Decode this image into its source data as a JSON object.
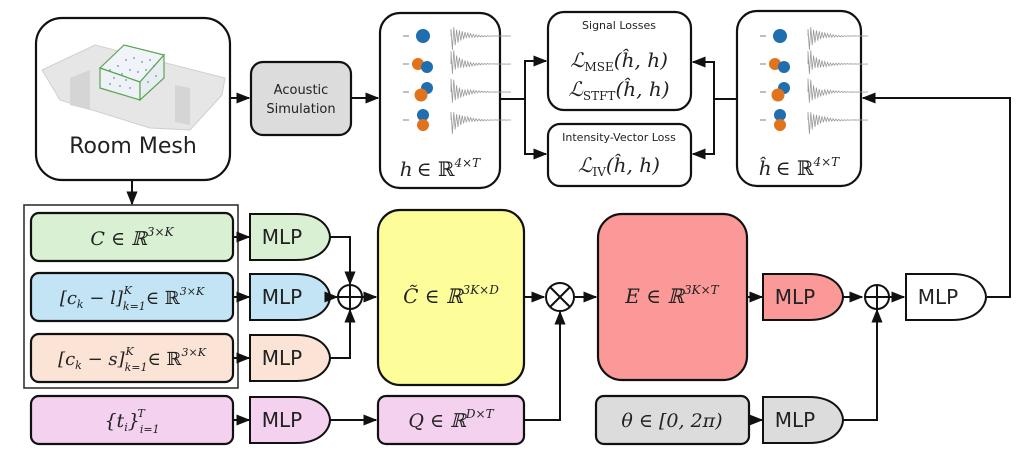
{
  "diagram": {
    "room_mesh": {
      "label": "Room Mesh"
    },
    "acoustic_simulation": {
      "line1": "Acoustic",
      "line2": "Simulation"
    },
    "rir_gt": {
      "label_var": "h",
      "label_set": "∈ ℝ",
      "label_sup": "4×T",
      "channels": 4
    },
    "rir_pred": {
      "label_var": "ĥ",
      "label_set": "∈ ℝ",
      "label_sup": "4×T",
      "channels": 4
    },
    "signal_losses": {
      "title": "Signal Losses",
      "mse": {
        "L": "ℒ",
        "sub": "MSE",
        "args": "(ĥ, h)"
      },
      "stft": {
        "L": "ℒ",
        "sub": "STFT",
        "args": "(ĥ, h)"
      }
    },
    "iv_loss": {
      "title": "Intensity-Vector Loss",
      "iv": {
        "L": "ℒ",
        "sub": "IV",
        "args": "(ĥ, h)"
      }
    },
    "inputs": {
      "C": {
        "text": "C ∈ ℝ",
        "sup": "3×K",
        "color": "#d9f0d3"
      },
      "cl": {
        "text": "[c",
        "sub_k": "k",
        "mid": " − l]",
        "sub": "k=1",
        "sup_K": "K",
        "tail": " ∈ ℝ",
        "sup": "3×K",
        "color": "#c3e4f4"
      },
      "cs": {
        "text": "[c",
        "sub_k": "k",
        "mid": " − s]",
        "sub": "k=1",
        "sup_K": "K",
        "tail": " ∈ ℝ",
        "sup": "3×K",
        "color": "#fbe3d6"
      },
      "t": {
        "text": "{t",
        "sub_i": "i",
        "mid": "}",
        "sub": "i=1",
        "sup": "T",
        "color": "#f3d1ef"
      }
    },
    "mlp_label": "MLP",
    "c_tilde": {
      "text": "C̃ ∈ ℝ",
      "sup": "3K×D",
      "color": "#fdfd9a"
    },
    "Q": {
      "text": "Q ∈ ℝ",
      "sup": "D×T",
      "color": "#f3d1ef"
    },
    "E": {
      "text": "E ∈ ℝ",
      "sup": "3K×T",
      "color": "#fb9999"
    },
    "theta": {
      "text": "θ ∈ [0, 2π)",
      "color": "#dcdcdc"
    },
    "ops": {
      "add": "⊕",
      "mul": "⊗"
    },
    "colors": {
      "green_mlp": "#d9f0d3",
      "blue_mlp": "#c3e4f4",
      "peach_mlp": "#fbe3d6",
      "pink_mlp": "#f3d1ef",
      "red_mlp": "#fb9999",
      "gray_mlp": "#dcdcdc",
      "white_mlp": "#ffffff",
      "mic_blue": "#1f6fb0",
      "mic_orange": "#e0731c"
    }
  }
}
